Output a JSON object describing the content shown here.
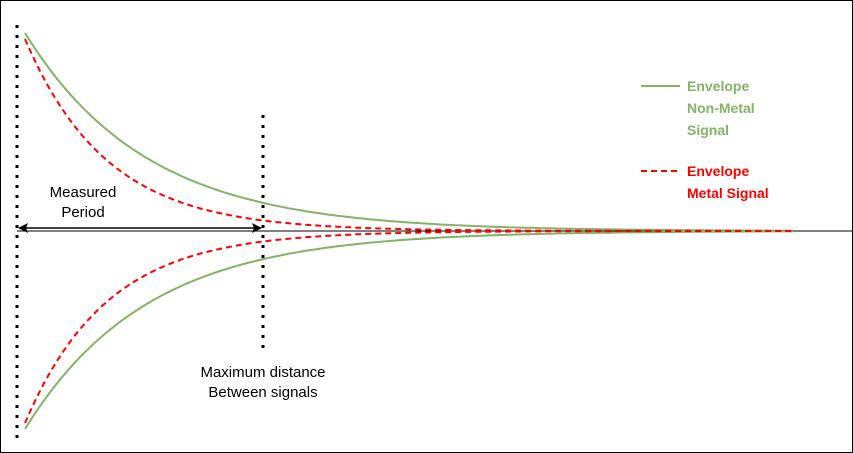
{
  "diagram": {
    "labels": {
      "measured_period": [
        "Measured",
        "Period"
      ],
      "maximum_distance": [
        "Maximum distance",
        "Between signals"
      ]
    },
    "legend": [
      {
        "lines": [
          "Envelope",
          "Non-Metal",
          "Signal"
        ],
        "color": "#82b366",
        "style": "solid"
      },
      {
        "lines": [
          "Envelope",
          "Metal Signal"
        ],
        "color": "#ff0000",
        "style": "dashed"
      }
    ],
    "colors": {
      "axis": "#000000",
      "non_metal_envelope": "#82b366",
      "metal_envelope": "#ff0000"
    }
  }
}
